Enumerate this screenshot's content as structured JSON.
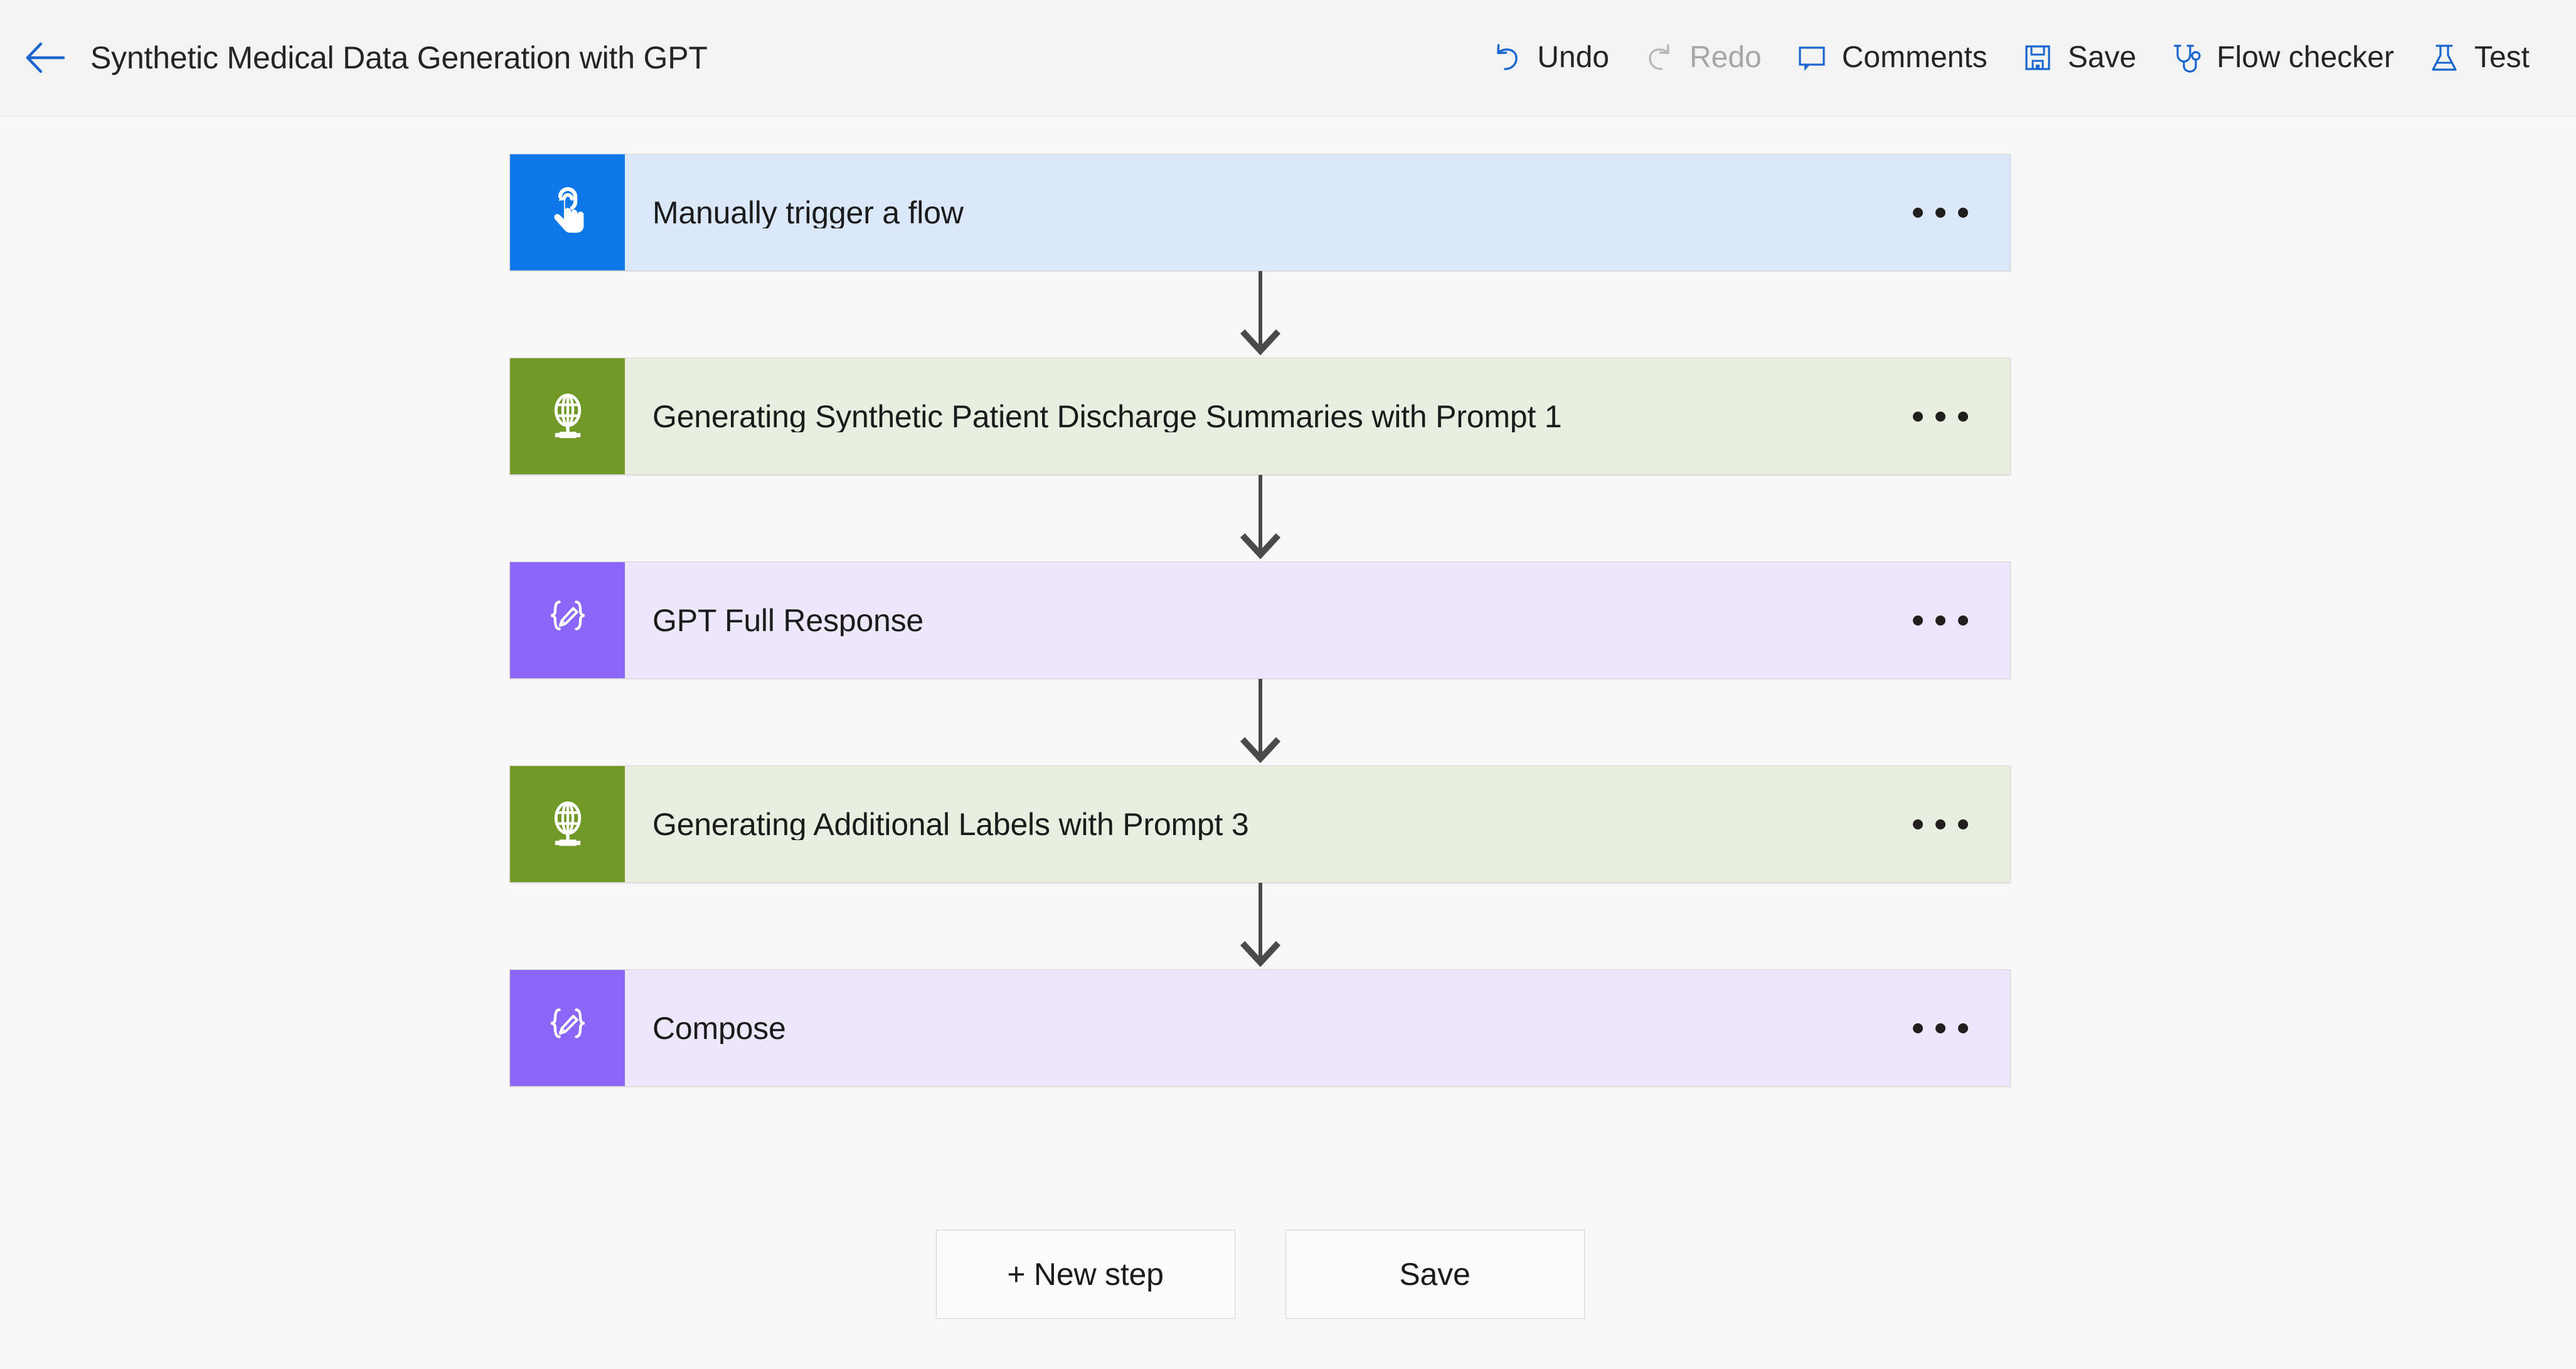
{
  "header": {
    "back_icon": "arrow-left-icon",
    "title": "Synthetic Medical Data Generation with GPT",
    "toolbar": [
      {
        "id": "undo",
        "label": "Undo",
        "icon": "undo-icon",
        "disabled": false
      },
      {
        "id": "redo",
        "label": "Redo",
        "icon": "redo-icon",
        "disabled": true
      },
      {
        "id": "comments",
        "label": "Comments",
        "icon": "comment-icon",
        "disabled": false
      },
      {
        "id": "save",
        "label": "Save",
        "icon": "save-disk-icon",
        "disabled": false
      },
      {
        "id": "flow-checker",
        "label": "Flow checker",
        "icon": "stethoscope-icon",
        "disabled": false
      },
      {
        "id": "test",
        "label": "Test",
        "icon": "flask-icon",
        "disabled": false
      }
    ]
  },
  "flow": {
    "steps": [
      {
        "id": "manually-trigger-a-flow",
        "title": "Manually trigger a flow",
        "icon": "touch-tap-icon",
        "icon_bg": "#0F78E8",
        "body_bg": "#DBE8FB",
        "menu_icon": "ellipsis-icon"
      },
      {
        "id": "generating-synthetic-patient-discharge-summaries-with-prompt-1",
        "title": "Generating Synthetic Patient Discharge Summaries with Prompt 1",
        "icon": "http-globe-icon",
        "icon_bg": "#709927",
        "body_bg": "#E8EFE1",
        "menu_icon": "ellipsis-icon"
      },
      {
        "id": "gpt-full-response",
        "title": "GPT Full Response",
        "icon": "compose-braces-pencil-icon",
        "icon_bg": "#8A67F8",
        "body_bg": "#EDE7FB",
        "menu_icon": "ellipsis-icon"
      },
      {
        "id": "generating-additional-labels-with-prompt-3",
        "title": "Generating Additional Labels with Prompt 3",
        "icon": "http-globe-icon",
        "icon_bg": "#709927",
        "body_bg": "#E8EFE1",
        "menu_icon": "ellipsis-icon"
      },
      {
        "id": "compose",
        "title": "Compose",
        "icon": "compose-braces-pencil-icon",
        "icon_bg": "#8A67F8",
        "body_bg": "#EDE7FB",
        "menu_icon": "ellipsis-icon"
      }
    ],
    "connector_icon": "arrow-down-icon"
  },
  "bottom_actions": [
    {
      "id": "new-step",
      "label": "+ New step"
    },
    {
      "id": "save",
      "label": "Save"
    }
  ],
  "colors": {
    "accent_blue": "#1a66d1",
    "header_bg": "#f3f3f3",
    "canvas_bg": "#f8f8f8",
    "connector_arrow": "#4a4a4a",
    "disabled_text": "#a6a6a6",
    "trigger_blue": "#0F78E8",
    "http_green": "#709927",
    "compose_purple": "#8A67F8"
  }
}
